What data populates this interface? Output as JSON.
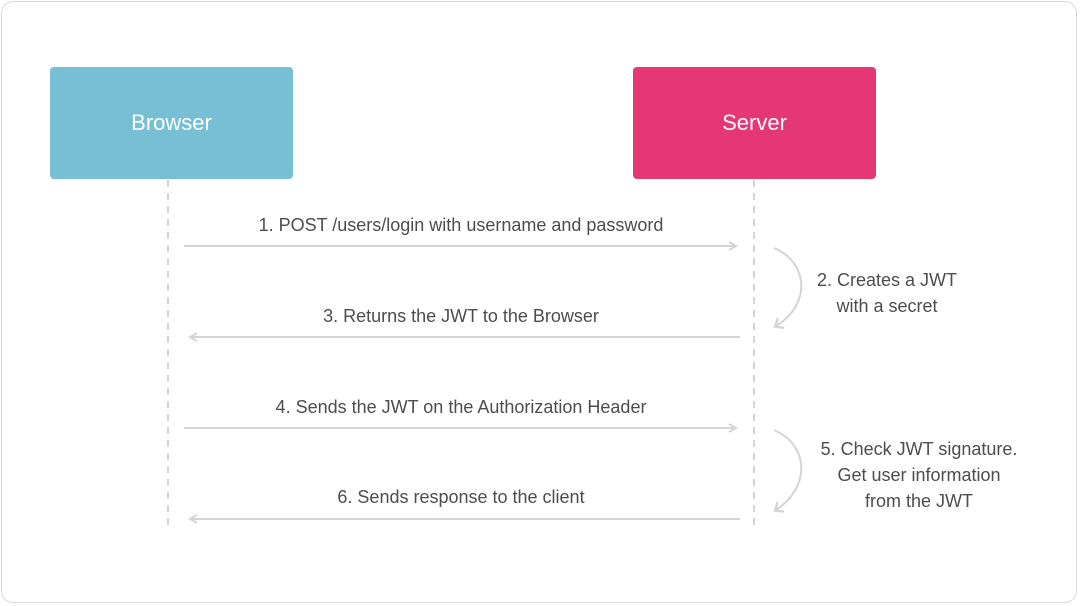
{
  "actors": {
    "browser": "Browser",
    "server": "Server"
  },
  "colors": {
    "browser": "#76bfd4",
    "server": "#e63775",
    "line": "#d4d4d4",
    "text": "#4d4d4d"
  },
  "messages": [
    "1. POST /users/login with username and password",
    "3. Returns the JWT to the Browser",
    "4. Sends the JWT on the Authorization Header",
    "6. Sends response to the client"
  ],
  "notes": {
    "create": [
      "2. Creates a JWT",
      "with a secret"
    ],
    "check": [
      "5. Check JWT signature.",
      "Get user information",
      "from the JWT"
    ]
  }
}
